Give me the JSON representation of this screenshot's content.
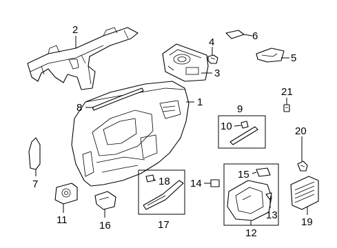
{
  "diagram": {
    "callouts": [
      {
        "id": "c1",
        "text": "1"
      },
      {
        "id": "c2",
        "text": "2"
      },
      {
        "id": "c3",
        "text": "3"
      },
      {
        "id": "c4",
        "text": "4"
      },
      {
        "id": "c5",
        "text": "5"
      },
      {
        "id": "c6",
        "text": "6"
      },
      {
        "id": "c7",
        "text": "7"
      },
      {
        "id": "c8",
        "text": "8"
      },
      {
        "id": "c9",
        "text": "9"
      },
      {
        "id": "c10",
        "text": "10"
      },
      {
        "id": "c11",
        "text": "11"
      },
      {
        "id": "c12",
        "text": "12"
      },
      {
        "id": "c13",
        "text": "13"
      },
      {
        "id": "c14",
        "text": "14"
      },
      {
        "id": "c15",
        "text": "15"
      },
      {
        "id": "c16",
        "text": "16"
      },
      {
        "id": "c17",
        "text": "17"
      },
      {
        "id": "c18",
        "text": "18"
      },
      {
        "id": "c19",
        "text": "19"
      },
      {
        "id": "c20",
        "text": "20"
      },
      {
        "id": "c21",
        "text": "21"
      }
    ]
  }
}
